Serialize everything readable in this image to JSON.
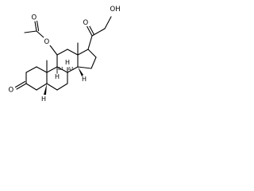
{
  "molecule": {
    "atoms": {
      "ring_oxygen_ketone": "O",
      "c20_oxygen": "O",
      "hydroxyl": "OH",
      "ester_carbonyl_oxygen": "O",
      "ester_oxygen": "O",
      "h_5": "H",
      "h_8": "H",
      "h_9": "H",
      "h_14": "H"
    },
    "stereo_marks": {
      "c8_abs": "&1",
      "c9_abs": "&1"
    },
    "colors": {
      "bond": "#000000",
      "background": "#ffffff"
    }
  }
}
